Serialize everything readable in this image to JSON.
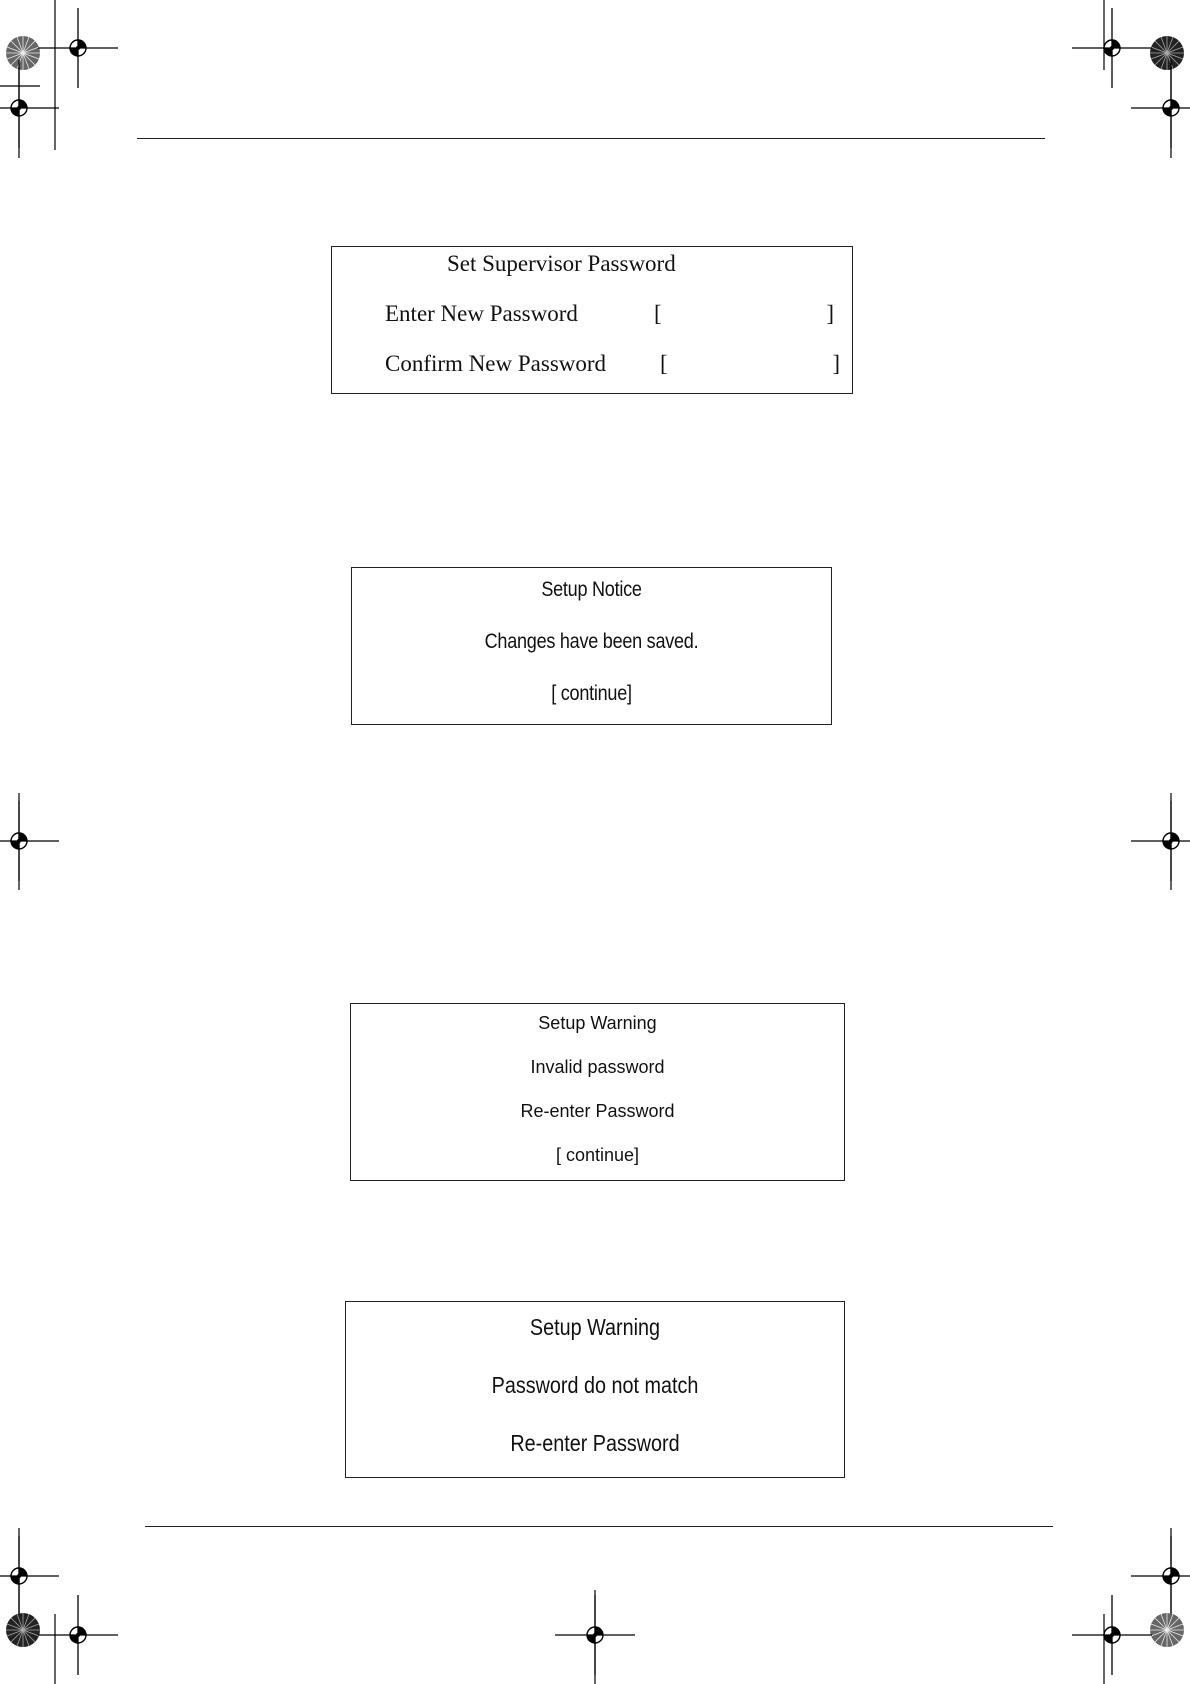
{
  "supervisor_dialog": {
    "title": "Set Supervisor Password",
    "fields": [
      {
        "label": "Enter New Password",
        "open": "[",
        "value": "",
        "close": "]"
      },
      {
        "label": "Confirm New Password",
        "open": "[",
        "value": "",
        "close": "]"
      }
    ]
  },
  "notice_dialog": {
    "title": "Setup Notice",
    "message": "Changes have been saved.",
    "action": "[ continue]"
  },
  "invalid_dialog": {
    "title": "Setup Warning",
    "message": "Invalid password",
    "instruction": "Re-enter Password",
    "action": "[ continue]"
  },
  "mismatch_dialog": {
    "title": "Setup Warning",
    "message": "Password do not match",
    "instruction": "Re-enter Password"
  }
}
